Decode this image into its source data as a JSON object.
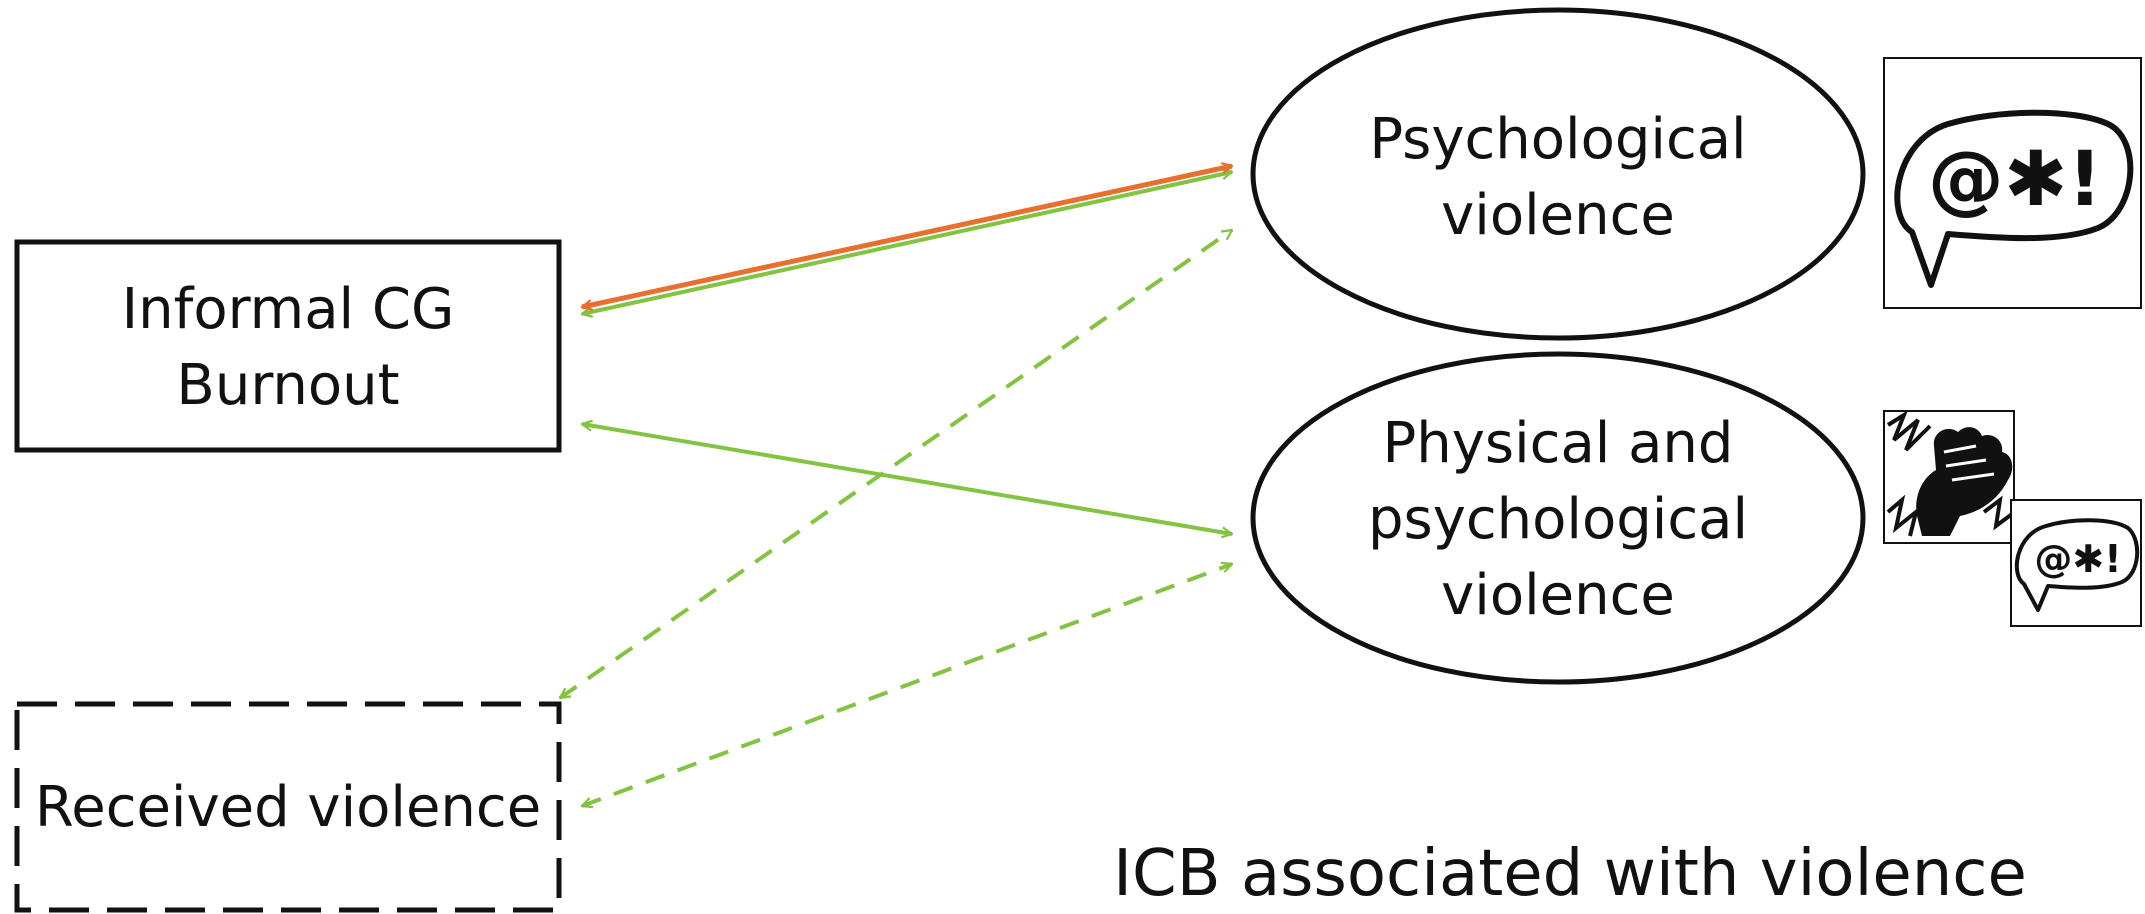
{
  "nodes": {
    "burnout": {
      "line1": "Informal CG",
      "line2": "Burnout"
    },
    "received": {
      "label": "Received violence"
    },
    "psychological": {
      "line1": "Psychological",
      "line2": "violence"
    },
    "physical": {
      "line1": "Physical and",
      "line2": "psychological",
      "line3": "violence"
    }
  },
  "icons": {
    "psychological_symbol": "@✱!",
    "physical_symbol": "@✱!",
    "names": [
      "speech-bubble-icon",
      "fist-icon",
      "small-speech-bubble-icon"
    ]
  },
  "caption": "ICB associated with violence",
  "colors": {
    "green": "#82c341",
    "orange": "#e86f30",
    "stroke": "#111111"
  }
}
